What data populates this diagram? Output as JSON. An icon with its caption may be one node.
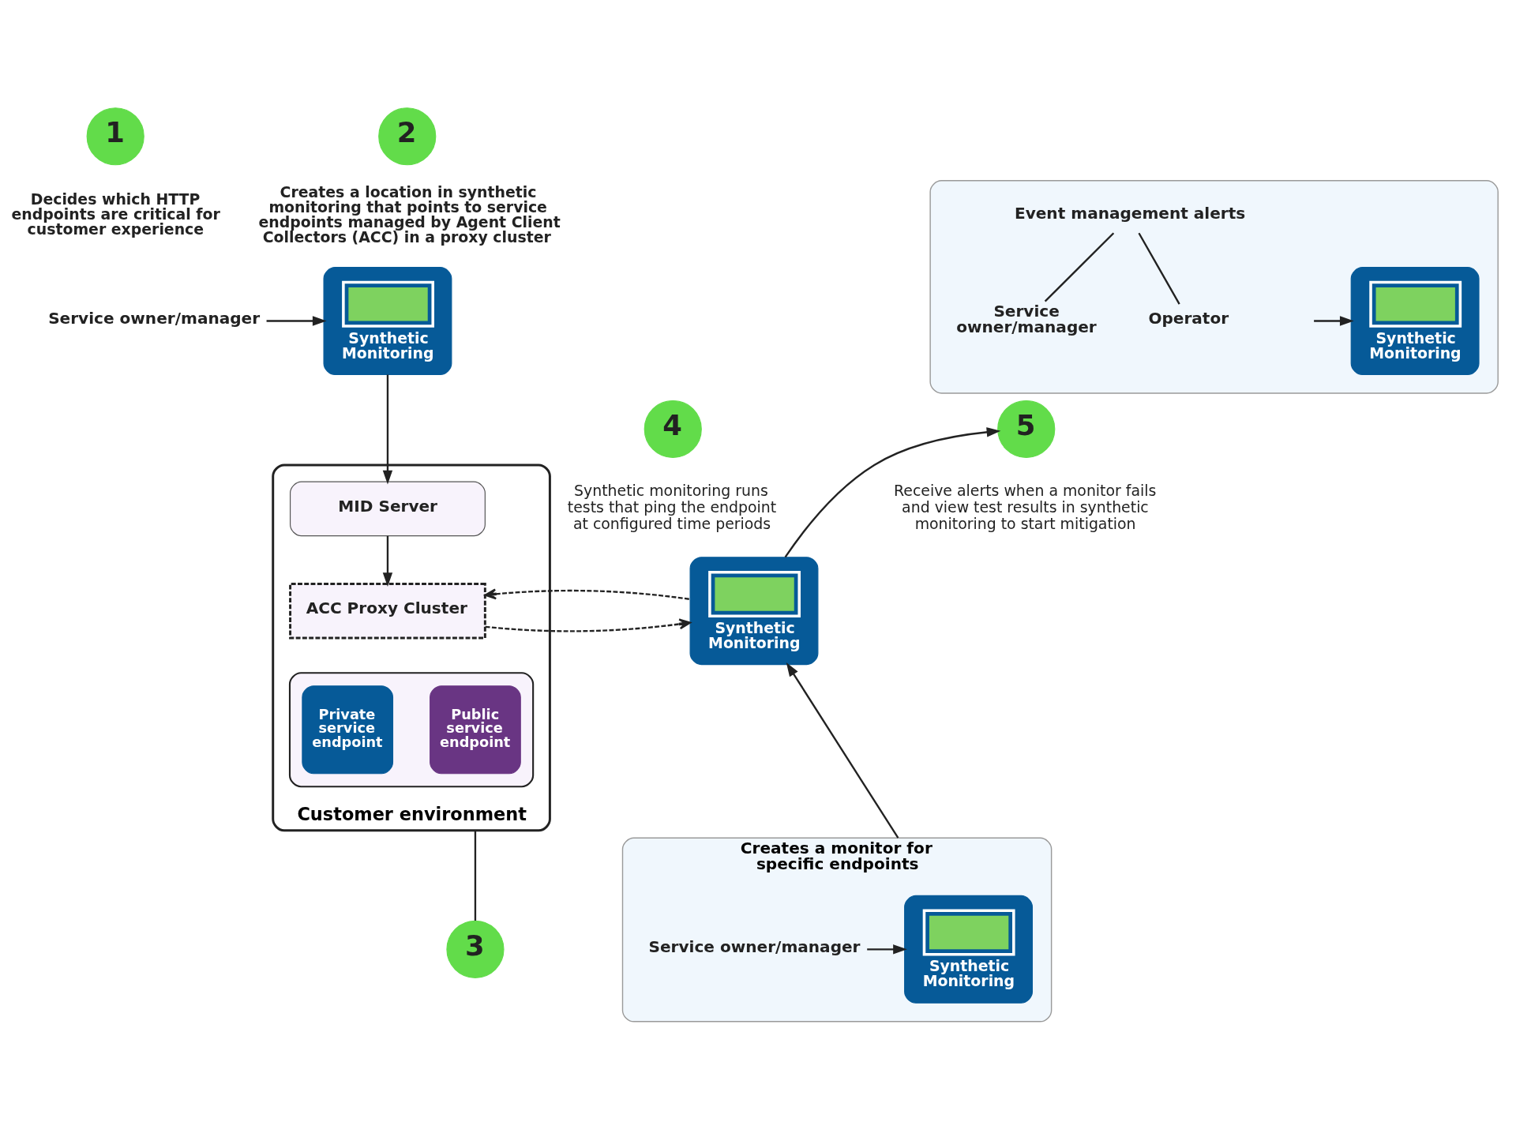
{
  "diagram": {
    "nodes": [
      {
        "text": [
          "1"
        ],
        "beside": [
          "Decides which HTTP endpoints are critical for customer experience"
        ]
      },
      {
        "text": [
          "Service owner/manager"
        ]
      },
      {
        "text": [
          "2"
        ],
        "beside": [
          "Creates a location in synthetic monitoring that points to service endpoints managed by Agent Client Collectors (ACC) in a proxy cluster"
        ]
      },
      {
        "text": [
          "Synthetic Monitoring"
        ]
      },
      {
        "text": [
          "Customer environment"
        ]
      },
      {
        "text": [
          "MID Server"
        ],
        "in": 4
      },
      {
        "text": [
          "ACC Proxy Cluster"
        ],
        "in": 4
      },
      {
        "text": [],
        "shape": "box",
        "in": 4
      },
      {
        "text": [
          "Private service endpoint"
        ],
        "in": 7
      },
      {
        "text": [
          "Public service endpoint"
        ],
        "in": 7
      },
      {
        "text": [
          "3"
        ]
      },
      {
        "text": [
          "Creates a monitor for specific endpoints"
        ]
      },
      {
        "text": [
          "Service owner/manager"
        ],
        "in": 11
      },
      {
        "text": [
          "Synthetic Monitoring"
        ],
        "in": 11
      },
      {
        "text": [
          "4"
        ],
        "beside": [
          "Synthetic monitoring runs tests that ping the endpoint at configured time periods"
        ]
      },
      {
        "text": [
          "Synthetic Monitoring"
        ]
      },
      {
        "text": [
          "5"
        ],
        "beside": [
          "Receive alerts when a monitor fails and view test results in synthetic monitoring to start mitigation"
        ]
      },
      {
        "text": [],
        "shape": "box"
      },
      {
        "text": [
          "Event management alerts"
        ],
        "in": 17
      },
      {
        "text": [
          "Service owner/manager"
        ],
        "in": 17
      },
      {
        "text": [
          "Operator"
        ],
        "in": 17
      },
      {
        "text": [
          "Synthetic Monitoring"
        ],
        "in": 17
      }
    ],
    "edges": [
      {
        "from": 1,
        "to": 3,
        "arrow": "to"
      },
      {
        "from": 3,
        "to": 5,
        "arrow": "to"
      },
      {
        "from": 5,
        "to": 6,
        "arrow": "to"
      },
      {
        "from": 6,
        "to": 15,
        "arrow": "to",
        "style": "dashed"
      },
      {
        "from": 15,
        "to": 6,
        "arrow": "to",
        "style": "dashed"
      },
      {
        "from": 4,
        "to": 10,
        "arrow": "none"
      },
      {
        "from": 12,
        "to": 13,
        "arrow": "to"
      },
      {
        "from": 11,
        "to": 15,
        "arrow": "to"
      },
      {
        "from": 15,
        "to": 16,
        "arrow": "to"
      },
      {
        "from": 18,
        "to": 19,
        "arrow": "none"
      },
      {
        "from": 18,
        "to": 20,
        "arrow": "none"
      },
      {
        "from": null,
        "to": 21,
        "arrow": "to"
      }
    ]
  }
}
